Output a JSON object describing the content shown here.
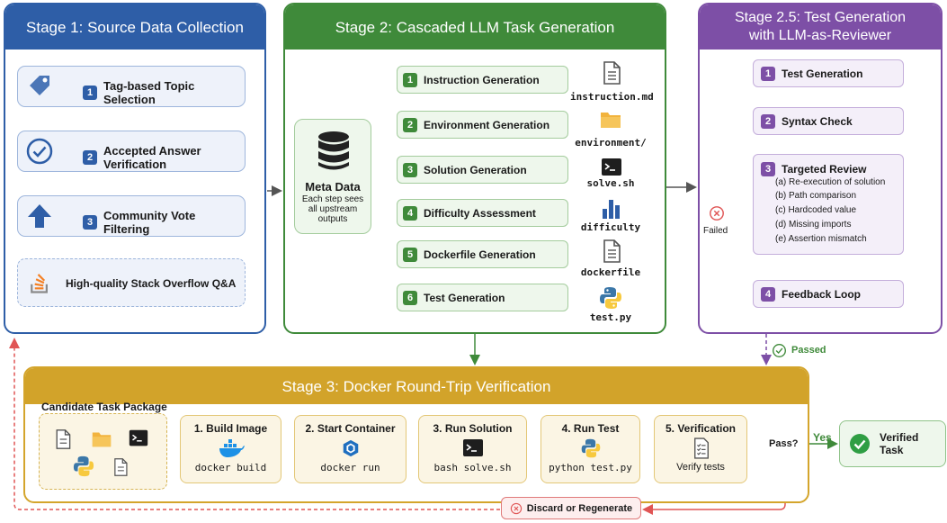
{
  "stage1": {
    "title": "Stage 1: Source Data Collection",
    "steps": [
      {
        "num": "1",
        "label": "Tag-based Topic Selection",
        "icon": "tag-icon"
      },
      {
        "num": "2",
        "label": "Accepted Answer Verification",
        "icon": "check-circle-icon"
      },
      {
        "num": "3",
        "label": "Community Vote Filtering",
        "icon": "up-arrow-icon"
      }
    ],
    "output": {
      "label": "High-quality Stack Overflow Q&A",
      "icon": "stack-overflow-icon"
    }
  },
  "stage2": {
    "title": "Stage 2: Cascaded LLM Task Generation",
    "meta": {
      "title": "Meta Data",
      "subtitle": "Each step sees all upstream outputs",
      "icon": "database-icon"
    },
    "steps": [
      {
        "num": "1",
        "label": "Instruction Generation",
        "file": "instruction.md",
        "icon": "document-icon"
      },
      {
        "num": "2",
        "label": "Environment Generation",
        "file": "environment/",
        "icon": "folder-icon"
      },
      {
        "num": "3",
        "label": "Solution Generation",
        "file": "solve.sh",
        "icon": "terminal-icon"
      },
      {
        "num": "4",
        "label": "Difficulty Assessment",
        "file": "difficulty",
        "icon": "bar-chart-icon"
      },
      {
        "num": "5",
        "label": "Dockerfile Generation",
        "file": "dockerfile",
        "icon": "document-icon"
      },
      {
        "num": "6",
        "label": "Test Generation",
        "file": "test.py",
        "icon": "python-icon"
      }
    ]
  },
  "stage25": {
    "title_line1": "Stage 2.5: Test Generation",
    "title_line2": "with LLM-as-Reviewer",
    "steps": [
      {
        "num": "1",
        "label": "Test Generation"
      },
      {
        "num": "2",
        "label": "Syntax Check"
      },
      {
        "num": "3",
        "label": "Targeted Review"
      },
      {
        "num": "4",
        "label": "Feedback Loop"
      }
    ],
    "review_items": [
      "(a) Re-execution of solution",
      "(b) Path comparison",
      "(c) Hardcoded value",
      "(d) Missing imports",
      "(e) Assertion mismatch"
    ],
    "failed_label": "Failed",
    "passed_label": "Passed"
  },
  "stage3": {
    "title": "Stage 3: Docker Round-Trip Verification",
    "package_label": "Candidate Task Package",
    "steps": [
      {
        "label": "1. Build Image",
        "command": "docker build",
        "icon": "docker-icon"
      },
      {
        "label": "2. Start Container",
        "command": "docker run",
        "icon": "container-icon"
      },
      {
        "label": "3. Run Solution",
        "command": "bash solve.sh",
        "icon": "terminal-icon"
      },
      {
        "label": "4. Run Test",
        "command": "python test.py",
        "icon": "python-icon"
      },
      {
        "label": "5. Verification",
        "command": "Verify tests",
        "icon": "checklist-icon"
      }
    ],
    "decision": "Pass?",
    "yes_label": "Yes",
    "verified_label": "Verified Task",
    "discard_label": "Discard or Regenerate"
  },
  "colors": {
    "stage1": "#2e5ea7",
    "stage2": "#3f8a3a",
    "stage25": "#7d4fa6",
    "stage3": "#d2a32a",
    "fail": "#e05555"
  }
}
